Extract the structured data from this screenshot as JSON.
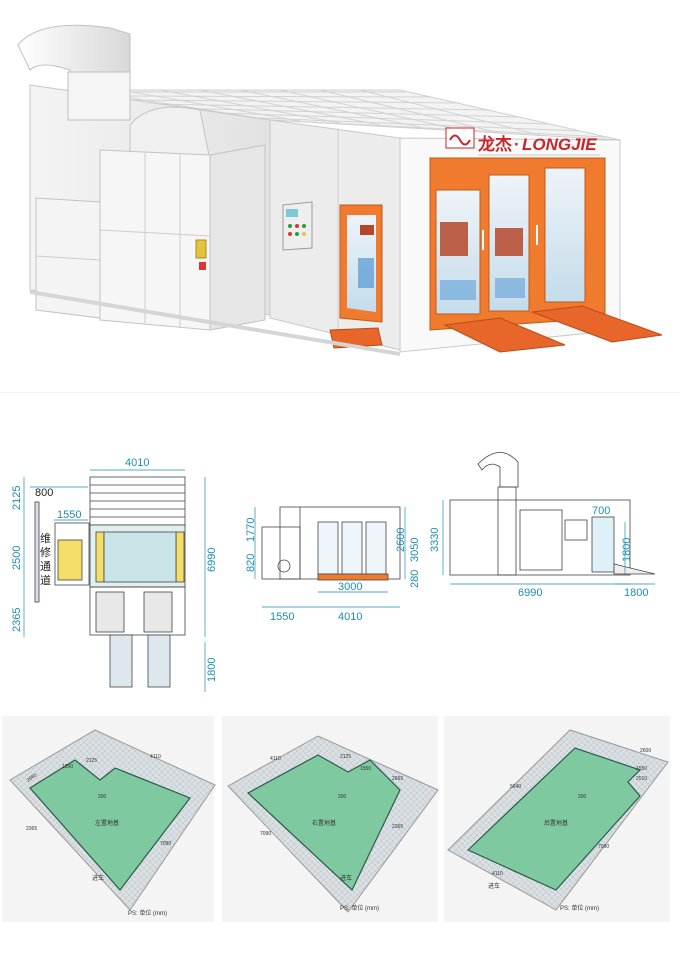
{
  "hero": {
    "brand_cn": "龙杰",
    "brand_sep": "·",
    "brand_en": "LONGJIE",
    "colors": {
      "orange": "#f07a2e",
      "white": "#f8f8f8",
      "red": "#c8262a"
    }
  },
  "dimensions": {
    "front_view": {
      "top_width": "4010",
      "left_offset": "800",
      "inner_width": "1550",
      "maintenance_label": [
        "维",
        "修",
        "通",
        "道"
      ],
      "left_heights": [
        "2125",
        "2500",
        "2365"
      ],
      "total_height": "6990",
      "bottom_height": "1800"
    },
    "side_view": {
      "left_heights": [
        "820",
        "1770"
      ],
      "right_heights": [
        "2600",
        "3050",
        "280"
      ],
      "inner_width": "3000",
      "left_width": "1550",
      "total_width": "4010"
    },
    "rear_view": {
      "right_top": "700",
      "left_height": "3330",
      "right_height": "1800",
      "total_width": "6990",
      "ramp_width": "1800"
    }
  },
  "floors": [
    {
      "center_label": "左置地基",
      "dims": [
        "2665",
        "1550",
        "2125",
        "4110",
        "200",
        "2365",
        "7090"
      ],
      "footer": "PS: 单位 (mm)",
      "entrance": "进车"
    },
    {
      "center_label": "右置地基",
      "dims": [
        "4110",
        "2125",
        "1550",
        "2665",
        "200",
        "7090",
        "2365"
      ],
      "footer": "PS: 单位 (mm)",
      "entrance": "进车"
    },
    {
      "center_label": "后置地基",
      "dims": [
        "2600",
        "5640",
        "1550",
        "2510",
        "200",
        "4110",
        "7090"
      ],
      "footer": "PS: 单位 (mm)",
      "entrance": "进车"
    }
  ]
}
